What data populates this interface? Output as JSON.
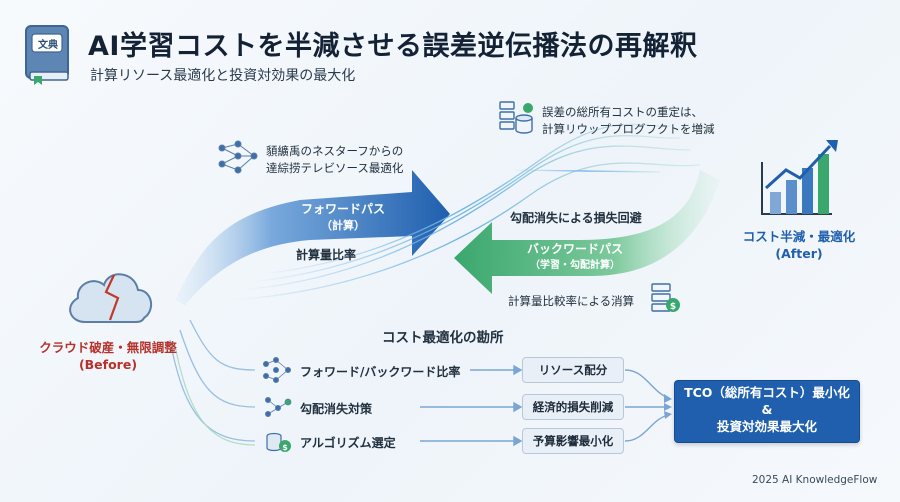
{
  "header": {
    "book_label": "文典",
    "title": "AI学習コストを半減させる誤差逆伝播法の再解釈",
    "subtitle": "計算リソース最適化と投資対効果の最大化"
  },
  "top_notes": {
    "network_note": [
      "䫉纊禹のネスターフからの",
      "達綜捞テレビソース最適化"
    ],
    "db_note": [
      "誤差の総所有コストの重定は、",
      "計算リウッププログフクトを増減"
    ]
  },
  "flow": {
    "forward_label": [
      "フォワードパス",
      "（計算）"
    ],
    "ratio_label": "計算量比率",
    "gradient_label": "勾配消失による損失回避",
    "backward_label": [
      "バックワードパス",
      "（学習・勾配計算）"
    ],
    "cost_note": "計算量比較率による消算"
  },
  "before": {
    "label": [
      "クラウド破産・無限調整",
      "(Before)"
    ]
  },
  "after": {
    "label": [
      "コスト半減・最適化",
      "(After)"
    ]
  },
  "optimization": {
    "heading": "コスト最適化の勘所",
    "rows": [
      {
        "icon": "network-icon",
        "label": "フォワード/バックワード比率",
        "result": "リソース配分"
      },
      {
        "icon": "gradient-network-icon",
        "label": "勾配消失対策",
        "result": "経済的損失削減"
      },
      {
        "icon": "coin-stack-icon",
        "label": "アルゴリズム選定",
        "result": "予算影響最小化"
      }
    ],
    "tco": [
      "TCO（総所有コスト）最小化",
      "&",
      "投資対効果最大化"
    ]
  },
  "footer": {
    "credit": "2025 AI KnowledgeFlow"
  },
  "colors": {
    "primary_blue": "#1f5fae",
    "green": "#3aa76d",
    "red": "#b6312a"
  }
}
